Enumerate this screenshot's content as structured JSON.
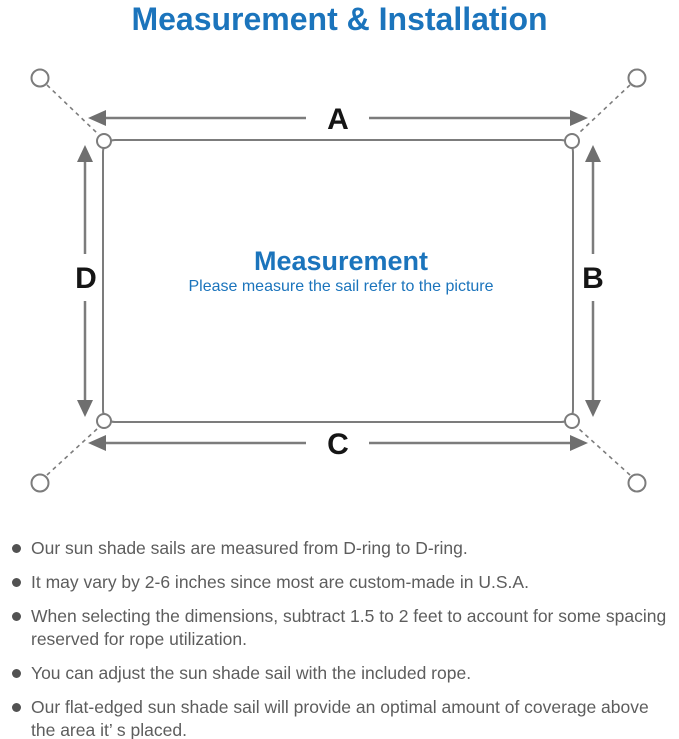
{
  "title": "Measurement & Installation",
  "diagram": {
    "labels": {
      "top": "A",
      "right": "B",
      "bottom": "C",
      "left": "D"
    },
    "center_title": "Measurement",
    "center_subtitle": "Please measure the sail refer to the picture",
    "colors": {
      "accent_blue": "#1b74bc",
      "line_gray": "#7c7c7c",
      "label_black": "#151515",
      "body_text_gray": "#5d5d5d"
    }
  },
  "bullets": [
    {
      "lines": [
        "Our sun shade sails are measured from D-ring to D-ring."
      ]
    },
    {
      "lines": [
        "It may vary by 2-6 inches since most are custom-made in U.S.A."
      ]
    },
    {
      "lines": [
        "When selecting the dimensions, subtract 1.5 to 2 feet to account for some spacing",
        "reserved for rope utilization."
      ]
    },
    {
      "lines": [
        "You can adjust the sun shade sail with the included rope."
      ]
    },
    {
      "lines": [
        "Our flat-edged sun shade sail will provide an optimal amount of coverage above",
        "the area it’ s placed."
      ]
    }
  ]
}
